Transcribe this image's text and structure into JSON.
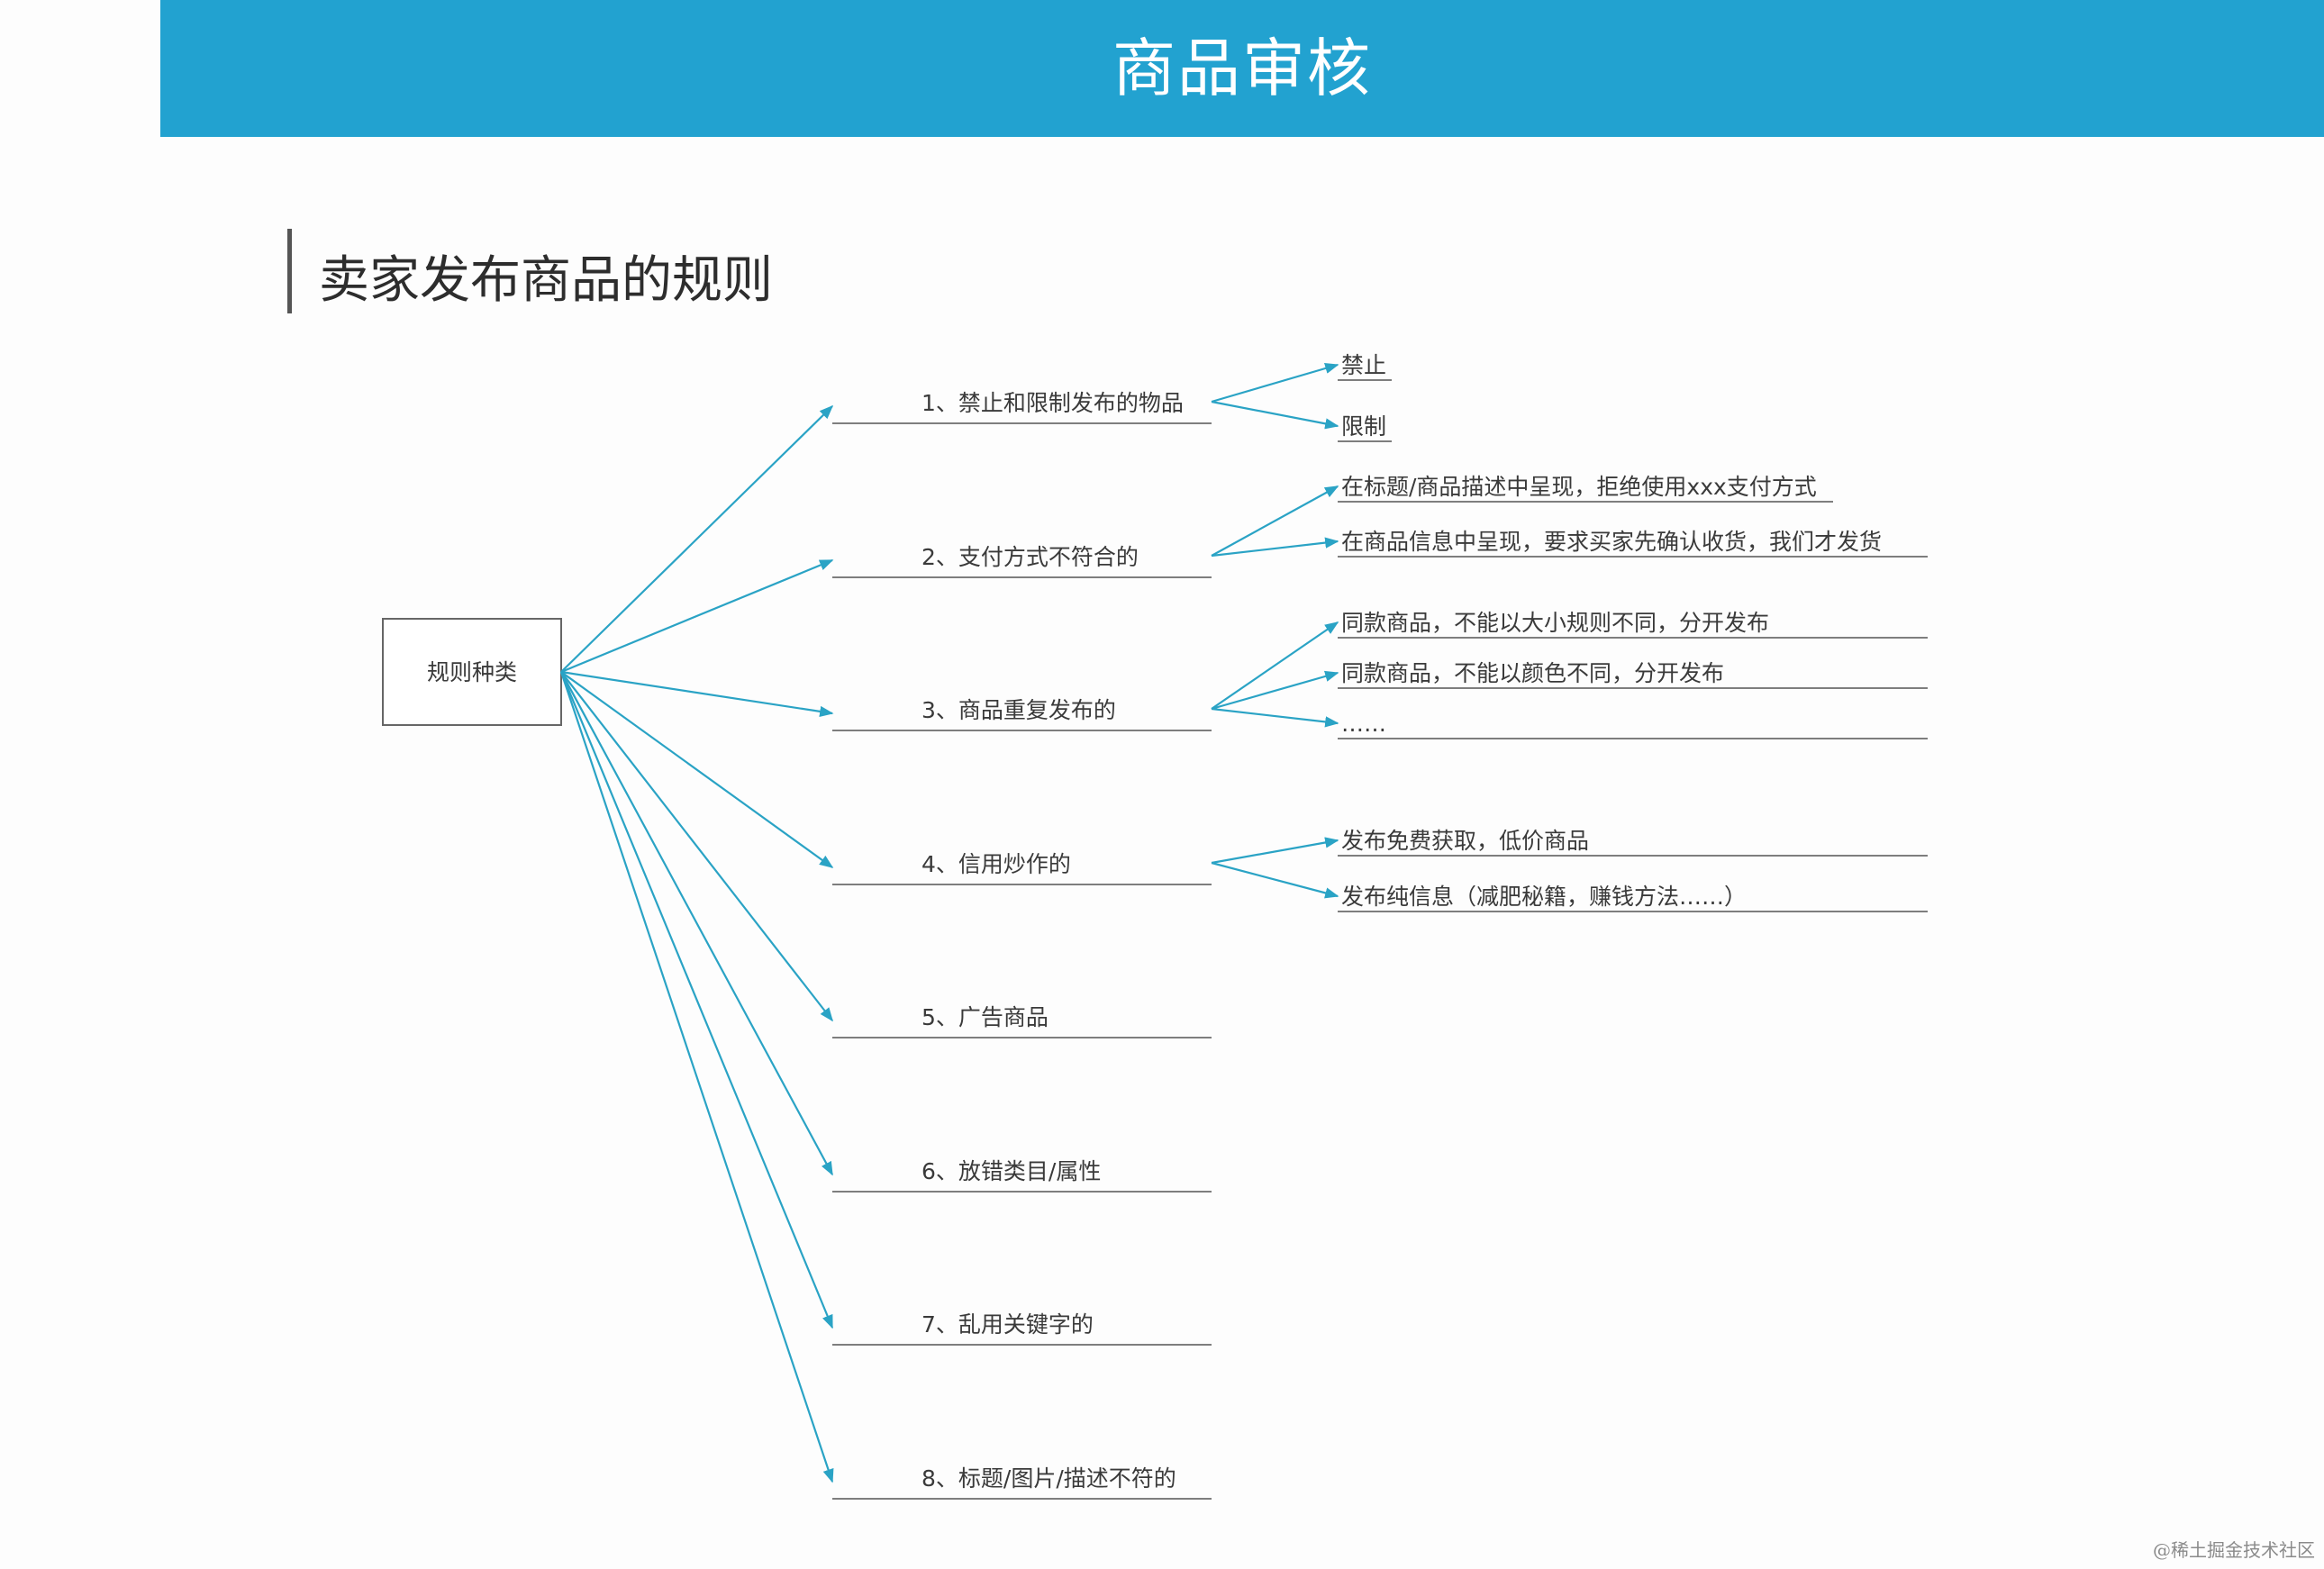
{
  "header": {
    "title": "商品审核"
  },
  "section": {
    "title": "卖家发布商品的规则"
  },
  "diagram": {
    "root": "规则种类",
    "branches": [
      {
        "label": "1、禁止和限制发布的物品",
        "children": [
          "禁止",
          "限制"
        ]
      },
      {
        "label": "2、支付方式不符合的",
        "children": [
          "在标题/商品描述中呈现，拒绝使用xxx支付方式",
          "在商品信息中呈现，要求买家先确认收货，我们才发货"
        ]
      },
      {
        "label": "3、商品重复发布的",
        "children": [
          "同款商品，不能以大小规则不同，分开发布",
          "同款商品，不能以颜色不同，分开发布",
          "……"
        ]
      },
      {
        "label": "4、信用炒作的",
        "children": [
          "发布免费获取，低价商品",
          "发布纯信息（减肥秘籍，赚钱方法……）"
        ]
      },
      {
        "label": "5、广告商品",
        "children": []
      },
      {
        "label": "6、放错类目/属性",
        "children": []
      },
      {
        "label": "7、乱用关键字的",
        "children": []
      },
      {
        "label": "8、标题/图片/描述不符的",
        "children": []
      }
    ]
  },
  "colors": {
    "header_bg": "#22a2d0",
    "connector": "#2aa3c5",
    "underline": "#555555"
  },
  "watermark": "@稀土掘金技术社区"
}
